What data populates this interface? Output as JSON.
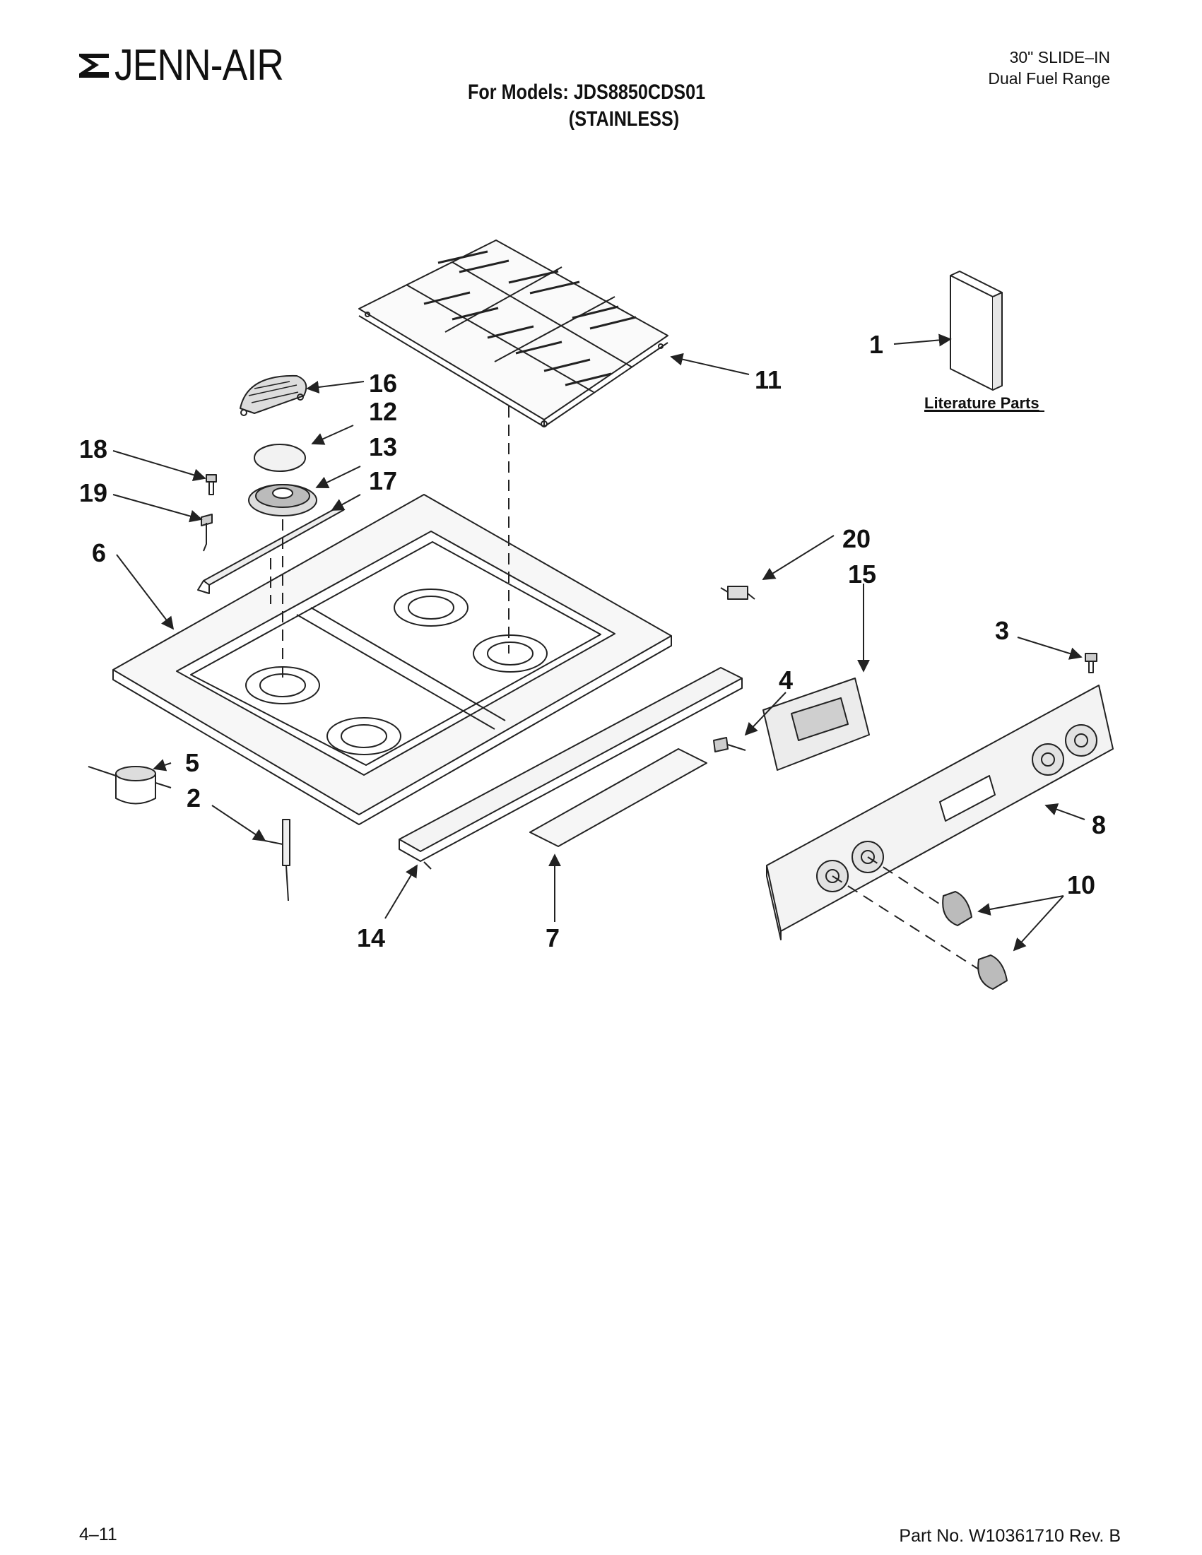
{
  "header": {
    "brand": "JENN-AIR",
    "models_line": "For Models: JDS8850CDS01",
    "models_variant": "(STAINLESS)",
    "product_line1": "30\" SLIDE–IN",
    "product_line2": "Dual Fuel Range"
  },
  "diagram": {
    "literature_label": "Literature Parts",
    "callouts": [
      "1",
      "2",
      "3",
      "4",
      "5",
      "6",
      "7",
      "8",
      "10",
      "11",
      "12",
      "13",
      "14",
      "15",
      "16",
      "17",
      "18",
      "19",
      "20"
    ]
  },
  "footer": {
    "page": "4–11",
    "part_no": "Part No. W10361710 Rev. B"
  }
}
